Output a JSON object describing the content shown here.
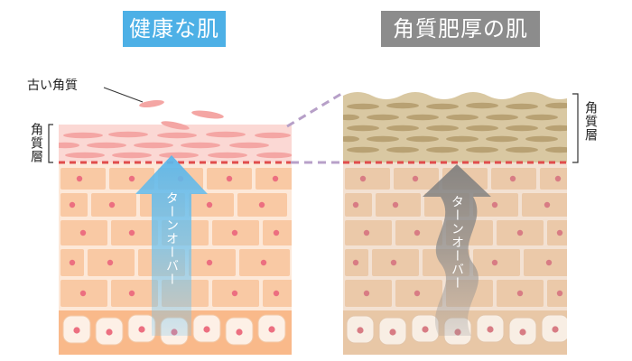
{
  "titles": {
    "healthy": "健康な肌",
    "thick": "角質肥厚の肌"
  },
  "labels": {
    "old_keratin": "古い角質",
    "stratum_left": "角質層",
    "stratum_right": "角質層",
    "turnover_left": "ターンオーバー",
    "turnover_right": "ターンオーバー"
  },
  "colors": {
    "healthy_title_bg": "#4db0e6",
    "thick_title_bg": "#8c8c8c",
    "healthy_stratum": "#f9c9c5",
    "thick_stratum": "#d9c7a0",
    "dashed_line": "#e04c4c",
    "zoom_connector": "#b7a0c8"
  }
}
